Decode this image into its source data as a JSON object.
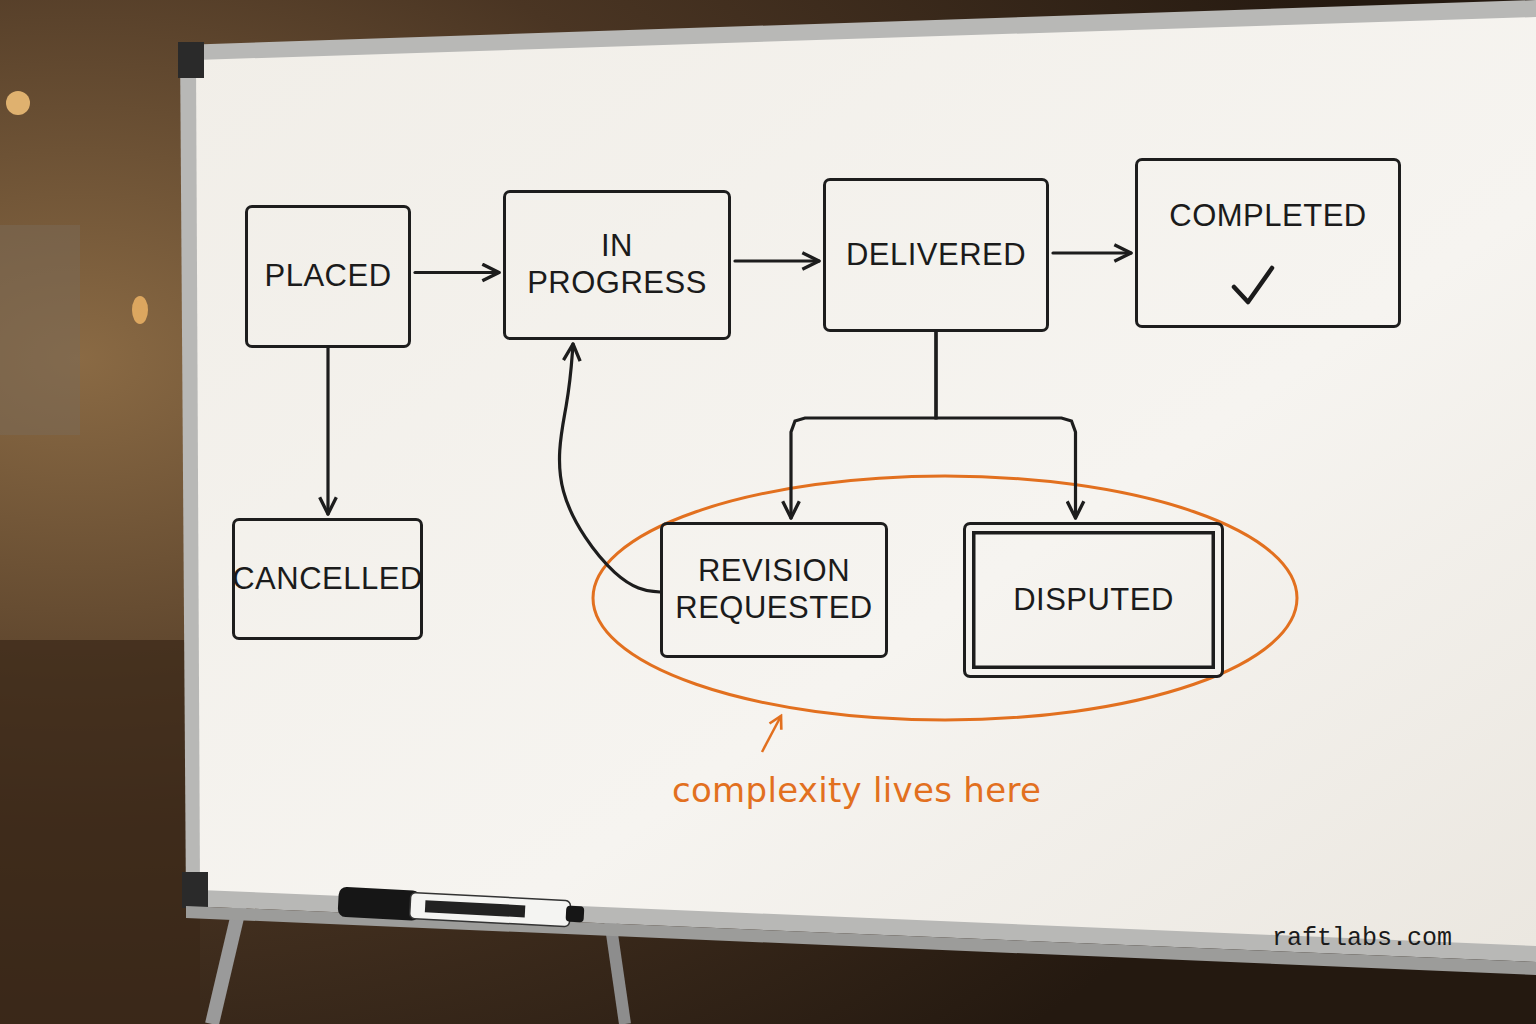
{
  "diagram": {
    "nodes": [
      {
        "text": [
          "PLACED"
        ]
      },
      {
        "text": [
          "IN PROGRESS"
        ]
      },
      {
        "text": [
          "DELIVERED"
        ]
      },
      {
        "text": [
          "COMPLETED"
        ]
      },
      {
        "text": [
          "CANCELLED"
        ]
      },
      {
        "text": [
          "REVISION REQUESTED"
        ]
      },
      {
        "text": [
          "DISPUTED"
        ]
      }
    ],
    "edges": [
      {
        "from": 0,
        "to": 1,
        "arrow": "to"
      },
      {
        "from": 1,
        "to": 2,
        "arrow": "to"
      },
      {
        "from": 2,
        "to": 3,
        "arrow": "to"
      },
      {
        "from": 0,
        "to": 4,
        "arrow": "to"
      },
      {
        "from": 2,
        "to": 5,
        "arrow": "to"
      },
      {
        "from": 2,
        "to": 6,
        "arrow": "to"
      },
      {
        "from": 5,
        "to": 1,
        "arrow": "to"
      }
    ],
    "labels": [
      "complexity lives here",
      "raftlabs.com"
    ]
  }
}
